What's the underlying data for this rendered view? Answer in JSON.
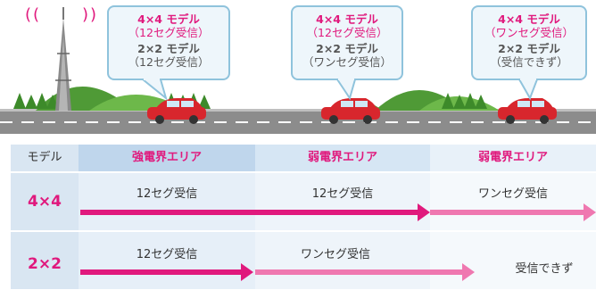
{
  "scene": {
    "bubbles": [
      {
        "model_a": "4×4 モデル",
        "model_a_sub": "（12セグ受信）",
        "model_b": "2×2 モデル",
        "model_b_sub": "（12セグ受信）"
      },
      {
        "model_a": "4×4 モデル",
        "model_a_sub": "（12セグ受信）",
        "model_b": "2×2 モデル",
        "model_b_sub": "（ワンセグ受信）"
      },
      {
        "model_a": "4×4 モデル",
        "model_a_sub": "（ワンセグ受信）",
        "model_b": "2×2 モデル",
        "model_b_sub": "（受信できず）"
      }
    ],
    "signal_left": "((",
    "signal_right": "))"
  },
  "table": {
    "header_model": "モデル",
    "header_zones": [
      "強電界エリア",
      "弱電界エリア",
      "弱電界エリア"
    ],
    "rows": [
      {
        "label": "4×4",
        "cells": [
          "12セグ受信",
          "12セグ受信",
          "ワンセグ受信"
        ],
        "reception_level": 1.0
      },
      {
        "label": "2×2",
        "cells": [
          "12セグ受信",
          "ワンセグ受信",
          "受信できず"
        ],
        "reception_level": 0.82
      }
    ]
  },
  "colors": {
    "accent": "#e0197d",
    "accent_light": "#ef78b0",
    "header_strong": "#bfd6ec",
    "header_weak1": "#d6e6f4",
    "header_weak2": "#e8f1f9",
    "row_bg": "#f2f6fb",
    "road": "#8c8c8c",
    "hill": "#5aa83d",
    "car": "#d8262d",
    "tower": "#777777"
  }
}
